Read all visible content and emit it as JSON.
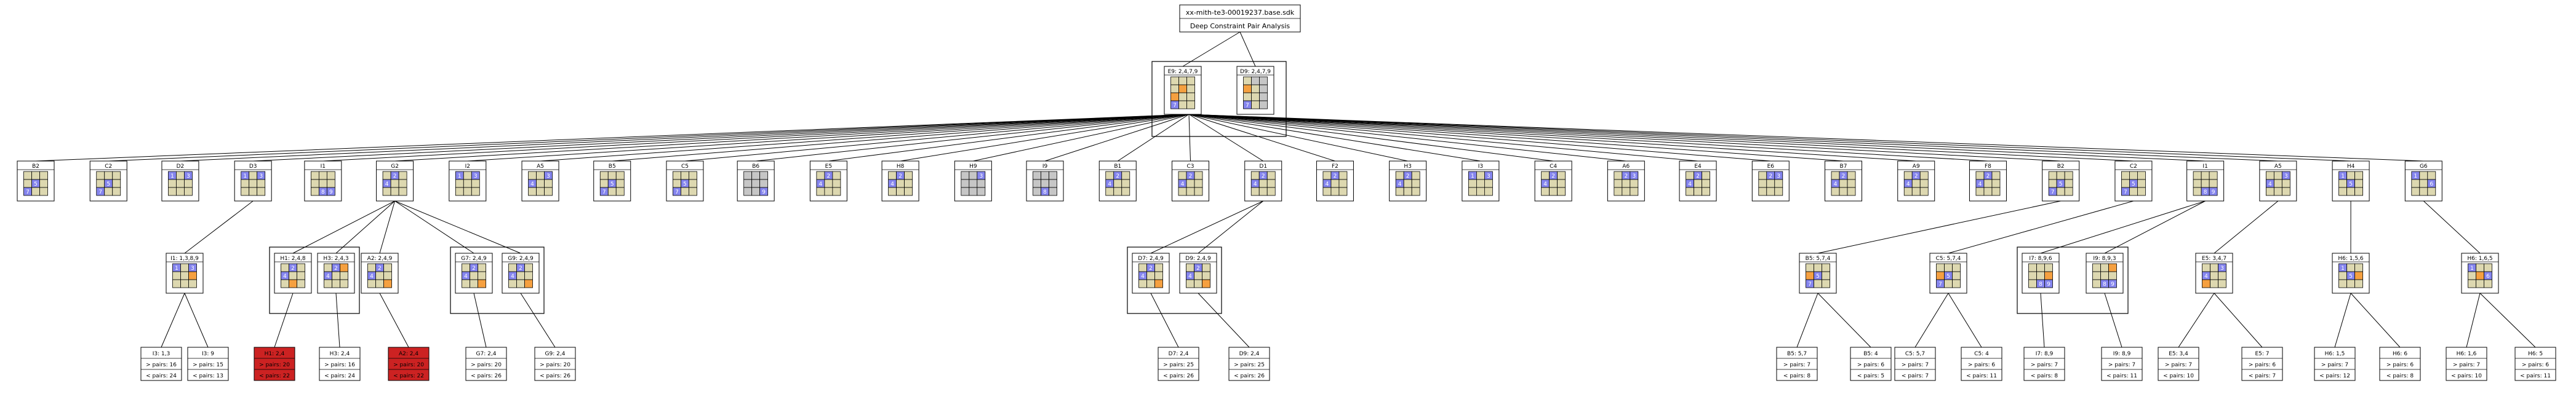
{
  "title": {
    "file": "xx-mith-te3-00019237.base.sdk",
    "subtitle": "Deep Constraint Pair Analysis"
  },
  "colors": {
    "empty": "#ddd8b0",
    "given": "#c6c6c6",
    "candidate": "#8585ee",
    "constraint": "#f5a040",
    "fail": "#cc2222"
  },
  "level1_pair": [
    {
      "label": "E9: 2,4,7,9",
      "cells": [
        [
          "e",
          "e",
          "e"
        ],
        [
          "e",
          "o",
          "e"
        ],
        [
          "o",
          "e",
          "e"
        ],
        [
          "c7",
          "e",
          "e"
        ]
      ]
    },
    {
      "label": "D9: 2,4,7,9",
      "cells": [
        [
          "e",
          "g",
          "g"
        ],
        [
          "o",
          "e",
          "g"
        ],
        [
          "e",
          "e",
          "g"
        ],
        [
          "c7",
          "e",
          "g"
        ]
      ]
    }
  ],
  "level2": [
    {
      "label": "B2",
      "cells": [
        [
          "e",
          "e",
          "e"
        ],
        [
          "e",
          "c5",
          "e"
        ],
        [
          "c7",
          "e",
          "e"
        ]
      ]
    },
    {
      "label": "C2",
      "cells": [
        [
          "e",
          "e",
          "e"
        ],
        [
          "e",
          "c5",
          "e"
        ],
        [
          "c7",
          "e",
          "e"
        ]
      ]
    },
    {
      "label": "D2",
      "cells": [
        [
          "c1",
          "e",
          "c3"
        ],
        [
          "e",
          "e",
          "e"
        ],
        [
          "e",
          "e",
          "e"
        ]
      ]
    },
    {
      "label": "D3",
      "cells": [
        [
          "c1",
          "e",
          "c3"
        ],
        [
          "e",
          "e",
          "e"
        ],
        [
          "e",
          "e",
          "e"
        ]
      ]
    },
    {
      "label": "I1",
      "cells": [
        [
          "e",
          "e",
          "e"
        ],
        [
          "e",
          "e",
          "e"
        ],
        [
          "e",
          "c8",
          "c9"
        ]
      ]
    },
    {
      "label": "G2",
      "cells": [
        [
          "e",
          "c2",
          "e"
        ],
        [
          "c4",
          "e",
          "e"
        ],
        [
          "e",
          "e",
          "e"
        ]
      ]
    },
    {
      "label": "I2",
      "cells": [
        [
          "c1",
          "e",
          "c3"
        ],
        [
          "e",
          "e",
          "e"
        ],
        [
          "e",
          "e",
          "e"
        ]
      ]
    },
    {
      "label": "A5",
      "cells": [
        [
          "e",
          "e",
          "c3"
        ],
        [
          "c4",
          "e",
          "e"
        ],
        [
          "e",
          "e",
          "e"
        ]
      ]
    },
    {
      "label": "B5",
      "cells": [
        [
          "e",
          "e",
          "e"
        ],
        [
          "e",
          "c5",
          "e"
        ],
        [
          "c7",
          "e",
          "e"
        ]
      ]
    },
    {
      "label": "C5",
      "cells": [
        [
          "e",
          "e",
          "e"
        ],
        [
          "e",
          "c5",
          "e"
        ],
        [
          "c7",
          "e",
          "e"
        ]
      ]
    },
    {
      "label": "B6",
      "cells": [
        [
          "g",
          "g",
          "g"
        ],
        [
          "g",
          "g",
          "g"
        ],
        [
          "g",
          "g",
          "c9"
        ]
      ]
    },
    {
      "label": "E5",
      "cells": [
        [
          "e",
          "c2",
          "e"
        ],
        [
          "c4",
          "e",
          "e"
        ],
        [
          "e",
          "e",
          "e"
        ]
      ]
    },
    {
      "label": "H8",
      "cells": [
        [
          "e",
          "c2",
          "e"
        ],
        [
          "c4",
          "e",
          "e"
        ],
        [
          "e",
          "e",
          "e"
        ]
      ]
    },
    {
      "label": "H9",
      "cells": [
        [
          "g",
          "g",
          "c3"
        ],
        [
          "g",
          "g",
          "g"
        ],
        [
          "g",
          "g",
          "g"
        ]
      ]
    },
    {
      "label": "I9",
      "cells": [
        [
          "g",
          "g",
          "g"
        ],
        [
          "g",
          "g",
          "g"
        ],
        [
          "g",
          "c8",
          "g"
        ]
      ]
    },
    {
      "label": "B1",
      "cells": [
        [
          "e",
          "c2",
          "e"
        ],
        [
          "c4",
          "e",
          "e"
        ],
        [
          "e",
          "e",
          "e"
        ]
      ]
    },
    {
      "label": "C3",
      "cells": [
        [
          "e",
          "c2",
          "e"
        ],
        [
          "c4",
          "e",
          "e"
        ],
        [
          "e",
          "e",
          "e"
        ]
      ]
    },
    {
      "label": "D1",
      "cells": [
        [
          "e",
          "c2",
          "e"
        ],
        [
          "c4",
          "e",
          "e"
        ],
        [
          "e",
          "e",
          "e"
        ]
      ]
    },
    {
      "label": "F2",
      "cells": [
        [
          "e",
          "c2",
          "e"
        ],
        [
          "c4",
          "e",
          "e"
        ],
        [
          "e",
          "e",
          "e"
        ]
      ]
    },
    {
      "label": "H3",
      "cells": [
        [
          "e",
          "c2",
          "e"
        ],
        [
          "c4",
          "e",
          "e"
        ],
        [
          "e",
          "e",
          "e"
        ]
      ]
    },
    {
      "label": "I3",
      "cells": [
        [
          "c1",
          "e",
          "c3"
        ],
        [
          "e",
          "e",
          "e"
        ],
        [
          "e",
          "e",
          "e"
        ]
      ]
    },
    {
      "label": "C4",
      "cells": [
        [
          "e",
          "c2",
          "e"
        ],
        [
          "c4",
          "e",
          "e"
        ],
        [
          "e",
          "e",
          "e"
        ]
      ]
    },
    {
      "label": "A6",
      "cells": [
        [
          "e",
          "c2",
          "c3"
        ],
        [
          "e",
          "e",
          "e"
        ],
        [
          "e",
          "e",
          "e"
        ]
      ]
    },
    {
      "label": "E4",
      "cells": [
        [
          "e",
          "c2",
          "e"
        ],
        [
          "c4",
          "e",
          "e"
        ],
        [
          "e",
          "e",
          "e"
        ]
      ]
    },
    {
      "label": "E6",
      "cells": [
        [
          "e",
          "c2",
          "c3"
        ],
        [
          "e",
          "e",
          "e"
        ],
        [
          "e",
          "e",
          "e"
        ]
      ]
    },
    {
      "label": "B7",
      "cells": [
        [
          "e",
          "c2",
          "e"
        ],
        [
          "c4",
          "e",
          "e"
        ],
        [
          "e",
          "e",
          "e"
        ]
      ]
    },
    {
      "label": "A9",
      "cells": [
        [
          "e",
          "c2",
          "e"
        ],
        [
          "c4",
          "e",
          "e"
        ],
        [
          "e",
          "e",
          "e"
        ]
      ]
    },
    {
      "label": "F8",
      "cells": [
        [
          "e",
          "c2",
          "e"
        ],
        [
          "c4",
          "e",
          "e"
        ],
        [
          "e",
          "e",
          "e"
        ]
      ]
    },
    {
      "label": "B2",
      "cells": [
        [
          "e",
          "e",
          "e"
        ],
        [
          "e",
          "c5",
          "e"
        ],
        [
          "c7",
          "e",
          "e"
        ]
      ]
    },
    {
      "label": "C2",
      "cells": [
        [
          "e",
          "e",
          "e"
        ],
        [
          "e",
          "c5",
          "e"
        ],
        [
          "c7",
          "e",
          "e"
        ]
      ]
    },
    {
      "label": "I1",
      "cells": [
        [
          "e",
          "e",
          "e"
        ],
        [
          "e",
          "e",
          "e"
        ],
        [
          "e",
          "c8",
          "c9"
        ]
      ]
    },
    {
      "label": "A5",
      "cells": [
        [
          "e",
          "e",
          "c3"
        ],
        [
          "c4",
          "e",
          "e"
        ],
        [
          "e",
          "e",
          "e"
        ]
      ]
    },
    {
      "label": "H4",
      "cells": [
        [
          "c1",
          "e",
          "e"
        ],
        [
          "e",
          "c5",
          "e"
        ],
        [
          "e",
          "e",
          "e"
        ]
      ]
    },
    {
      "label": "G6",
      "cells": [
        [
          "c1",
          "e",
          "e"
        ],
        [
          "e",
          "e",
          "c6"
        ],
        [
          "e",
          "e",
          "e"
        ]
      ]
    }
  ],
  "level3": [
    {
      "label": "I1: 1,3,8,9",
      "parent": 3,
      "cells": [
        [
          "c1",
          "e",
          "c3"
        ],
        [
          "e",
          "e",
          "o"
        ],
        [
          "e",
          "e",
          "e"
        ]
      ]
    },
    {
      "label": "H1: 2,4,8",
      "parent": 5,
      "cells": [
        [
          "e",
          "c2",
          "e"
        ],
        [
          "c4",
          "e",
          "e"
        ],
        [
          "e",
          "o",
          "e"
        ]
      ]
    },
    {
      "label": "H3: 2,4,3",
      "parent": 5,
      "cells": [
        [
          "e",
          "c2",
          "o"
        ],
        [
          "c4",
          "e",
          "e"
        ],
        [
          "e",
          "e",
          "e"
        ]
      ]
    },
    {
      "label": "A2: 2,4,9",
      "parent": 5,
      "cells": [
        [
          "e",
          "c2",
          "e"
        ],
        [
          "c4",
          "e",
          "e"
        ],
        [
          "e",
          "e",
          "o"
        ]
      ]
    },
    {
      "label": "G7: 2,4,9",
      "parent": 5,
      "cells": [
        [
          "e",
          "c2",
          "e"
        ],
        [
          "c4",
          "e",
          "e"
        ],
        [
          "e",
          "e",
          "o"
        ]
      ]
    },
    {
      "label": "G9: 2,4,9",
      "parent": 5,
      "cells": [
        [
          "e",
          "c2",
          "e"
        ],
        [
          "c4",
          "e",
          "e"
        ],
        [
          "e",
          "e",
          "o"
        ]
      ]
    },
    {
      "label": "D7: 2,4,9",
      "parent": 17,
      "cells": [
        [
          "e",
          "c2",
          "e"
        ],
        [
          "c4",
          "e",
          "e"
        ],
        [
          "e",
          "e",
          "o"
        ]
      ]
    },
    {
      "label": "D9: 2,4,9",
      "parent": 17,
      "cells": [
        [
          "e",
          "c2",
          "e"
        ],
        [
          "c4",
          "e",
          "e"
        ],
        [
          "e",
          "e",
          "o"
        ]
      ]
    },
    {
      "label": "B5: 5,7,4",
      "parent": 28,
      "cells": [
        [
          "e",
          "e",
          "e"
        ],
        [
          "o",
          "c5",
          "e"
        ],
        [
          "c7",
          "e",
          "e"
        ]
      ]
    },
    {
      "label": "C5: 5,7,4",
      "parent": 29,
      "cells": [
        [
          "e",
          "e",
          "e"
        ],
        [
          "o",
          "c5",
          "e"
        ],
        [
          "c7",
          "e",
          "e"
        ]
      ]
    },
    {
      "label": "I7: 8,9,6",
      "parent": 30,
      "cells": [
        [
          "e",
          "e",
          "e"
        ],
        [
          "e",
          "e",
          "o"
        ],
        [
          "e",
          "c8",
          "c9"
        ]
      ]
    },
    {
      "label": "I9: 8,9,3",
      "parent": 30,
      "cells": [
        [
          "e",
          "e",
          "o"
        ],
        [
          "e",
          "e",
          "e"
        ],
        [
          "e",
          "c8",
          "c9"
        ]
      ]
    },
    {
      "label": "E5: 3,4,7",
      "parent": 31,
      "cells": [
        [
          "e",
          "e",
          "c3"
        ],
        [
          "c4",
          "e",
          "e"
        ],
        [
          "o",
          "e",
          "e"
        ]
      ]
    },
    {
      "label": "H6: 1,5,6",
      "parent": 32,
      "cells": [
        [
          "c1",
          "e",
          "e"
        ],
        [
          "e",
          "c5",
          "o"
        ],
        [
          "e",
          "e",
          "e"
        ]
      ]
    },
    {
      "label": "H6: 1,6,5",
      "parent": 33,
      "cells": [
        [
          "c1",
          "e",
          "e"
        ],
        [
          "e",
          "o",
          "c6"
        ],
        [
          "e",
          "e",
          "e"
        ]
      ]
    }
  ],
  "level3_groups": [
    [
      1,
      2
    ],
    [
      4,
      5
    ],
    [
      6,
      7
    ],
    [
      10,
      11
    ]
  ],
  "level4": [
    {
      "label": "I3: 1,3",
      "parent": 0,
      "fail": false,
      "lines": [
        "> pairs: 16",
        "< pairs: 24"
      ]
    },
    {
      "label": "I3: 9",
      "parent": 0,
      "fail": false,
      "lines": [
        "> pairs: 15",
        "< pairs: 13"
      ]
    },
    {
      "label": "H1: 2,4",
      "parent": 1,
      "fail": true,
      "lines": [
        "> pairs: 20",
        "< pairs: 22"
      ]
    },
    {
      "label": "H3: 2,4",
      "parent": 2,
      "fail": false,
      "lines": [
        "> pairs: 16",
        "< pairs: 24"
      ]
    },
    {
      "label": "A2: 2,4",
      "parent": 3,
      "fail": true,
      "lines": [
        "> pairs: 20",
        "< pairs: 22"
      ]
    },
    {
      "label": "G7: 2,4",
      "parent": 4,
      "fail": false,
      "lines": [
        "> pairs: 20",
        "< pairs: 26"
      ]
    },
    {
      "label": "G9: 2,4",
      "parent": 5,
      "fail": false,
      "lines": [
        "> pairs: 20",
        "< pairs: 26"
      ]
    },
    {
      "label": "D7: 2,4",
      "parent": 6,
      "fail": false,
      "lines": [
        "> pairs: 25",
        "< pairs: 26"
      ]
    },
    {
      "label": "D9: 2,4",
      "parent": 7,
      "fail": false,
      "lines": [
        "> pairs: 25",
        "< pairs: 26"
      ]
    },
    {
      "label": "B5: 5,7",
      "parent": 8,
      "fail": false,
      "lines": [
        "> pairs: 7",
        "< pairs: 8"
      ]
    },
    {
      "label": "B5: 4",
      "parent": 8,
      "fail": false,
      "lines": [
        "> pairs: 6",
        "< pairs: 5"
      ]
    },
    {
      "label": "C5: 5,7",
      "parent": 9,
      "fail": false,
      "lines": [
        "> pairs: 7",
        "< pairs: 7"
      ]
    },
    {
      "label": "C5: 4",
      "parent": 9,
      "fail": false,
      "lines": [
        "> pairs: 6",
        "< pairs: 11"
      ]
    },
    {
      "label": "I7: 8,9",
      "parent": 10,
      "fail": false,
      "lines": [
        "> pairs: 7",
        "< pairs: 8"
      ]
    },
    {
      "label": "I9: 8,9",
      "parent": 11,
      "fail": false,
      "lines": [
        "> pairs: 7",
        "< pairs: 11"
      ]
    },
    {
      "label": "E5: 3,4",
      "parent": 12,
      "fail": false,
      "lines": [
        "> pairs: 7",
        "< pairs: 10"
      ]
    },
    {
      "label": "E5: 7",
      "parent": 12,
      "fail": false,
      "lines": [
        "> pairs: 6",
        "< pairs: 7"
      ]
    },
    {
      "label": "H6: 1,5",
      "parent": 13,
      "fail": false,
      "lines": [
        "> pairs: 7",
        "< pairs: 12"
      ]
    },
    {
      "label": "H6: 6",
      "parent": 13,
      "fail": false,
      "lines": [
        "> pairs: 6",
        "< pairs: 8"
      ]
    },
    {
      "label": "H6: 1,6",
      "parent": 14,
      "fail": false,
      "lines": [
        "> pairs: 7",
        "< pairs: 10"
      ]
    },
    {
      "label": "H6: 5",
      "parent": 14,
      "fail": false,
      "lines": [
        "> pairs: 6",
        "< pairs: 11"
      ]
    }
  ]
}
